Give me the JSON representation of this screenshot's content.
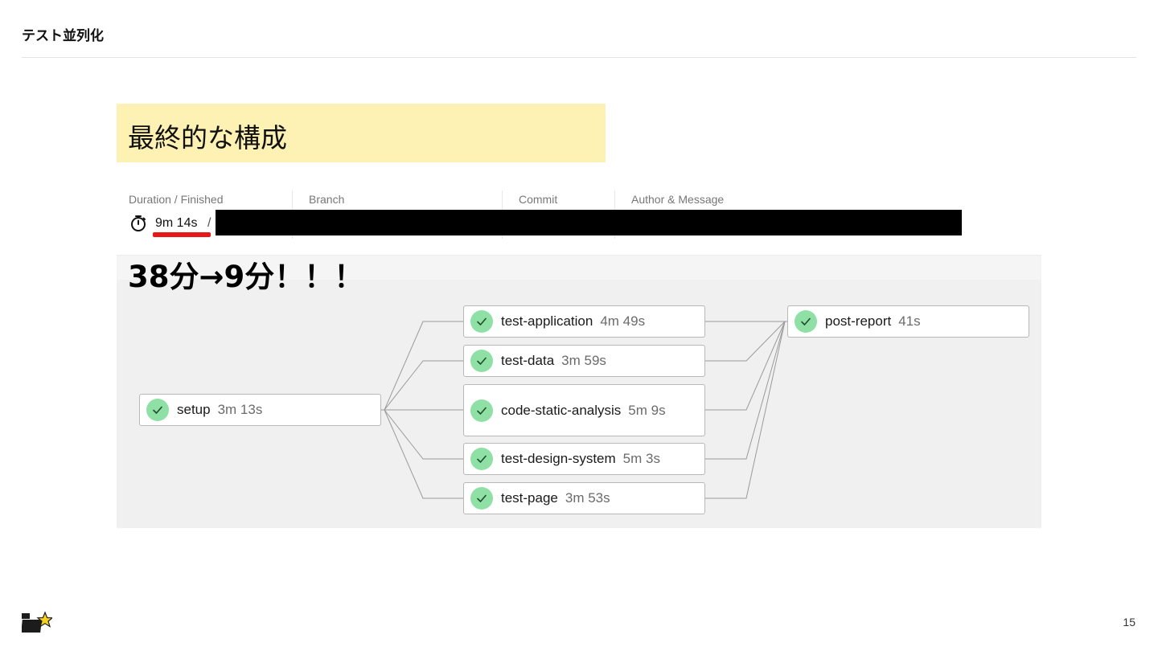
{
  "slide": {
    "title": "テスト並列化",
    "heading": "最終的な構成",
    "highlight": "38分→9分！！！",
    "page_number": "15",
    "logo": "teamLab-logo"
  },
  "pipeline_header": {
    "columns": [
      "Duration / Finished",
      "Branch",
      "Commit",
      "Author & Message"
    ],
    "duration": "9m 14s",
    "separator": "/",
    "icon": "timer-icon"
  },
  "workflow": {
    "setup": {
      "name": "setup",
      "time": "3m 13s"
    },
    "tests": [
      {
        "name": "test-application",
        "time": "4m 49s"
      },
      {
        "name": "test-data",
        "time": "3m 59s"
      },
      {
        "name": "code-static-analysis",
        "time": "5m 9s"
      },
      {
        "name": "test-design-system",
        "time": "5m 3s"
      },
      {
        "name": "test-page",
        "time": "3m 53s"
      }
    ],
    "report": {
      "name": "post-report",
      "time": "41s"
    }
  },
  "colors": {
    "heading_bg": "#fdf1b3",
    "success": "#8fe0a5",
    "underline": "#e81818"
  }
}
